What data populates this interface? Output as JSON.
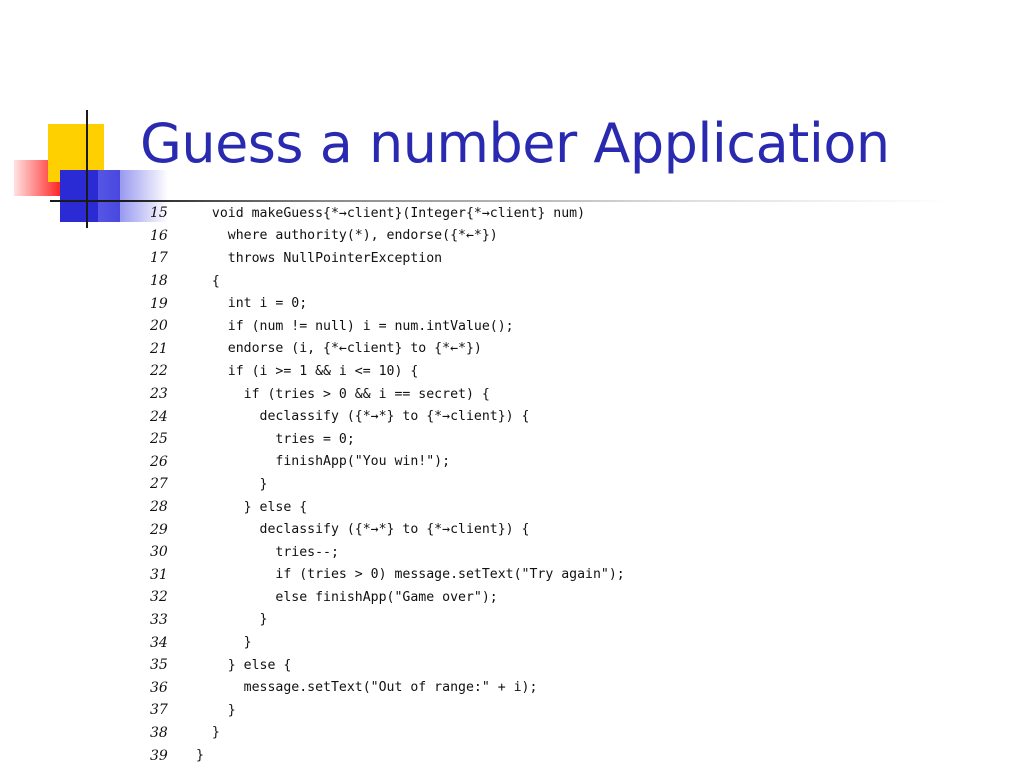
{
  "slide": {
    "title": "Guess a number Application"
  },
  "colors": {
    "title": "#2a2ab0",
    "deco_yellow": "#ffd000",
    "deco_blue": "#2b2bd6",
    "deco_red": "#ff2a2a"
  },
  "code": {
    "lines": [
      {
        "num": "15",
        "text": "  void makeGuess{*→client}(Integer{*→client} num)"
      },
      {
        "num": "16",
        "text": "    where authority(*), endorse({*←*})"
      },
      {
        "num": "17",
        "text": "    throws NullPointerException"
      },
      {
        "num": "18",
        "text": "  {"
      },
      {
        "num": "19",
        "text": "    int i = 0;"
      },
      {
        "num": "20",
        "text": "    if (num != null) i = num.intValue();"
      },
      {
        "num": "21",
        "text": "    endorse (i, {*←client} to {*←*})"
      },
      {
        "num": "22",
        "text": "    if (i >= 1 && i <= 10) {"
      },
      {
        "num": "23",
        "text": "      if (tries > 0 && i == secret) {"
      },
      {
        "num": "24",
        "text": "        declassify ({*→*} to {*→client}) {"
      },
      {
        "num": "25",
        "text": "          tries = 0;"
      },
      {
        "num": "26",
        "text": "          finishApp(\"You win!\");"
      },
      {
        "num": "27",
        "text": "        }"
      },
      {
        "num": "28",
        "text": "      } else {"
      },
      {
        "num": "29",
        "text": "        declassify ({*→*} to {*→client}) {"
      },
      {
        "num": "30",
        "text": "          tries--;"
      },
      {
        "num": "31",
        "text": "          if (tries > 0) message.setText(\"Try again\");"
      },
      {
        "num": "32",
        "text": "          else finishApp(\"Game over\");"
      },
      {
        "num": "33",
        "text": "        }"
      },
      {
        "num": "34",
        "text": "      }"
      },
      {
        "num": "35",
        "text": "    } else {"
      },
      {
        "num": "36",
        "text": "      message.setText(\"Out of range:\" + i);"
      },
      {
        "num": "37",
        "text": "    }"
      },
      {
        "num": "38",
        "text": "  }"
      },
      {
        "num": "39",
        "text": "}"
      }
    ]
  }
}
